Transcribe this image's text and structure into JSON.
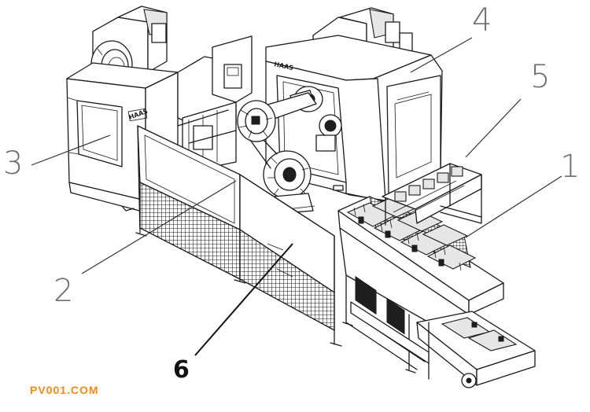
{
  "callouts": {
    "c1": "1",
    "c2": "2",
    "c3": "3",
    "c4": "4",
    "c5": "5",
    "c6": "6"
  },
  "watermark": "PV001.COM",
  "colors": {
    "watermark": "#f08a1c",
    "line": "#1a1a1a",
    "callout": "#6e6e6e"
  },
  "icons": {
    "machine_3": "cnc-machining-center",
    "machine_4": "cnc-machining-center",
    "robot": "industrial-robot-gripper",
    "conveyor": "pallet-conveyor",
    "fence": "mesh-safety-fence"
  }
}
